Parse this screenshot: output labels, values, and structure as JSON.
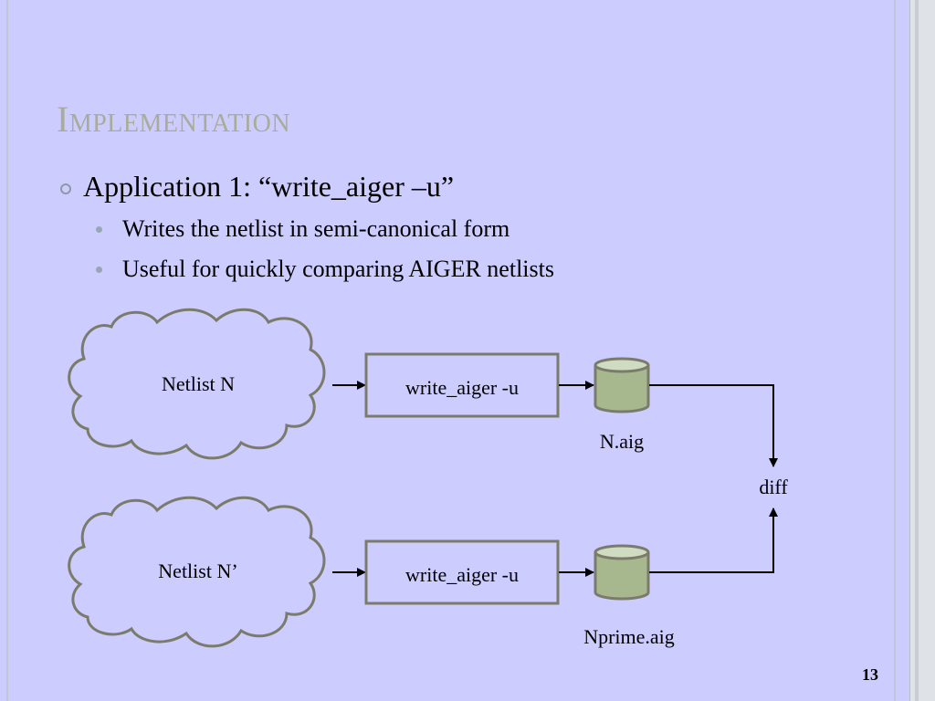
{
  "slide": {
    "title": "Implementation",
    "bullet": "Application 1:  “write_aiger –u”",
    "sub_bullets": [
      "Writes the netlist in semi-canonical form",
      "Useful for quickly comparing AIGER netlists"
    ],
    "page_number": "13"
  },
  "diagram": {
    "cloud_top_label": "Netlist N",
    "cloud_bottom_label": "Netlist N’",
    "box_top_label": "write_aiger -u",
    "box_bottom_label": "write_aiger -u",
    "file_top_label": "N.aig",
    "file_bottom_label": "Nprime.aig",
    "diff_label": "diff"
  },
  "colors": {
    "background": "#ccccff",
    "title": "#a9ac98",
    "cylinder_fill": "#a7b88f",
    "cylinder_top": "#cfdcc1",
    "shape_stroke": "#7b7b6c"
  }
}
